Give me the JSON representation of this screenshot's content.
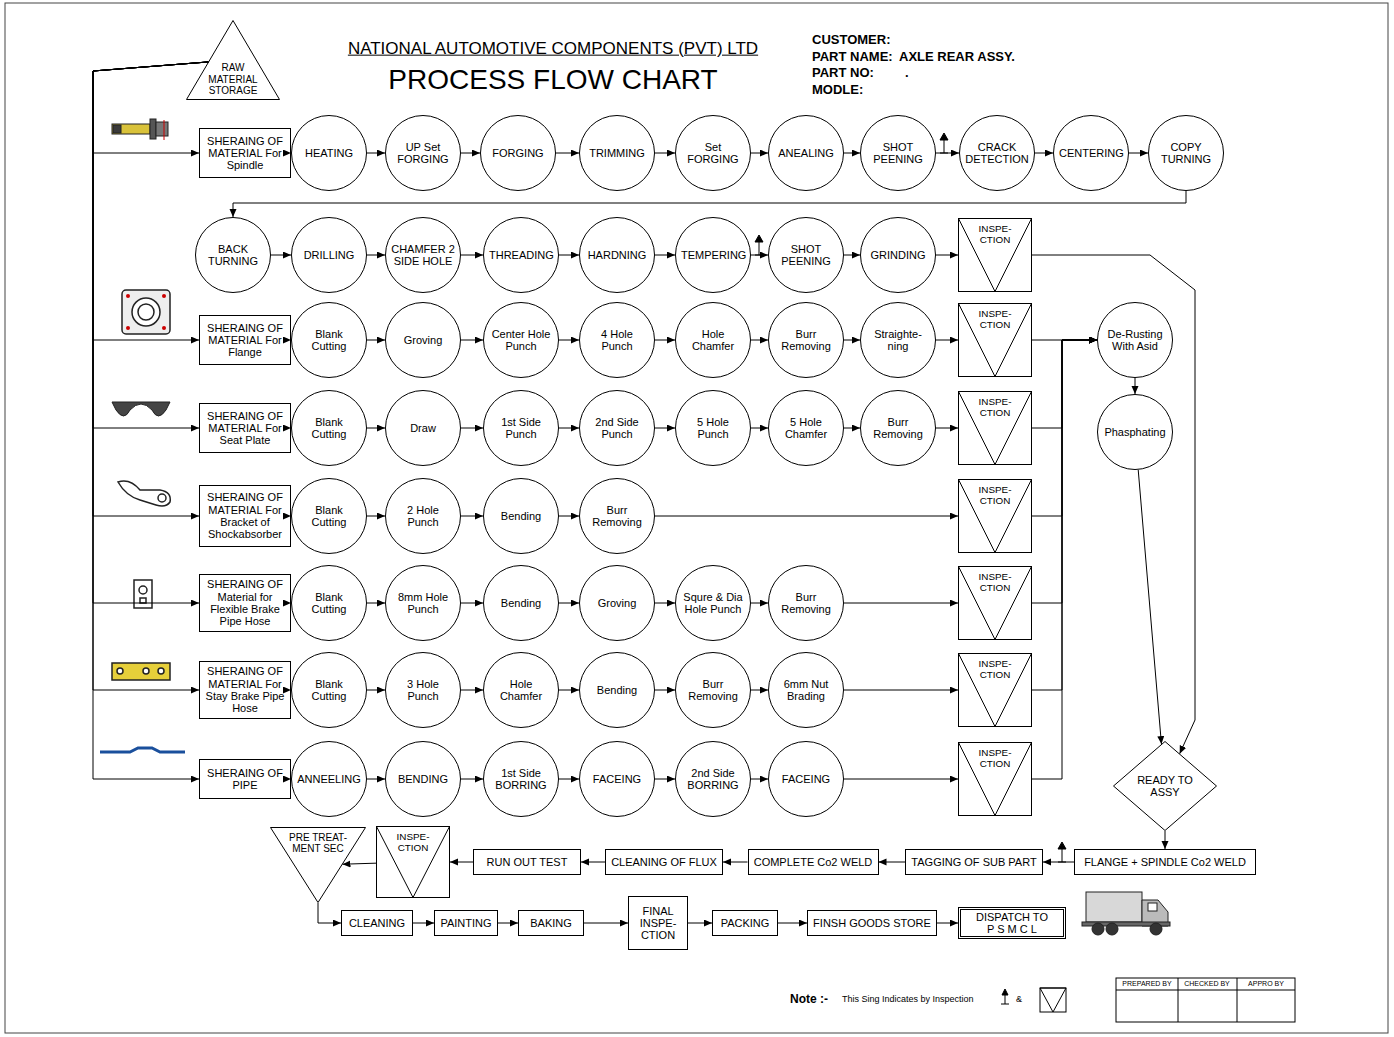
{
  "diagram": {
    "title": "PROCESS FLOW CHART",
    "nodes": [
      {
        "text": [
          "RAW MATERIAL STORAGE"
        ]
      },
      {
        "text": [
          "SHERAING OF MATERIAL For Spindle"
        ]
      },
      {
        "text": [
          "HEATING"
        ]
      },
      {
        "text": [
          "UP Set FORGING"
        ]
      },
      {
        "text": [
          "FORGING"
        ]
      },
      {
        "text": [
          "TRIMMING"
        ]
      },
      {
        "text": [
          "Set FORGING"
        ]
      },
      {
        "text": [
          "ANEALING"
        ]
      },
      {
        "text": [
          "SHOT PEENING"
        ]
      },
      {
        "text": [
          "CRACK DETECTION"
        ]
      },
      {
        "text": [
          "CENTERING"
        ]
      },
      {
        "text": [
          "COPY TURNING"
        ]
      },
      {
        "text": [
          "BACK TURNING"
        ]
      },
      {
        "text": [
          "DRILLING"
        ]
      },
      {
        "text": [
          "CHAMFER 2 SIDE HOLE"
        ]
      },
      {
        "text": [
          "THREADING"
        ]
      },
      {
        "text": [
          "HARDNING"
        ]
      },
      {
        "text": [
          "TEMPERING"
        ]
      },
      {
        "text": [
          "SHOT PEENING"
        ]
      },
      {
        "text": [
          "GRINDING"
        ]
      },
      {
        "text": [
          "INSPE- CTION"
        ]
      },
      {
        "text": [
          "SHERAING OF MATERIAL For Flange"
        ]
      },
      {
        "text": [
          "Blank Cutting"
        ]
      },
      {
        "text": [
          "Groving"
        ]
      },
      {
        "text": [
          "Center Hole Punch"
        ]
      },
      {
        "text": [
          "4 Hole Punch"
        ]
      },
      {
        "text": [
          "Hole Chamfer"
        ]
      },
      {
        "text": [
          "Burr Removing"
        ]
      },
      {
        "text": [
          "Straighte- ning"
        ]
      },
      {
        "text": [
          "INSPE- CTION"
        ]
      },
      {
        "text": [
          "De-Rusting With Asid"
        ]
      },
      {
        "text": [
          "Phasphating"
        ]
      },
      {
        "text": [
          "SHERAING OF MATERIAL For Seat Plate"
        ]
      },
      {
        "text": [
          "Blank Cutting"
        ]
      },
      {
        "text": [
          "Draw"
        ]
      },
      {
        "text": [
          "1st Side Punch"
        ]
      },
      {
        "text": [
          "2nd Side Punch"
        ]
      },
      {
        "text": [
          "5 Hole Punch"
        ]
      },
      {
        "text": [
          "5 Hole Chamfer"
        ]
      },
      {
        "text": [
          "Burr Removing"
        ]
      },
      {
        "text": [
          "INSPE- CTION"
        ]
      },
      {
        "text": [
          "SHERAING OF MATERIAL For Bracket of Shockabsorber"
        ]
      },
      {
        "text": [
          "Blank Cutting"
        ]
      },
      {
        "text": [
          "2 Hole Punch"
        ]
      },
      {
        "text": [
          "Bending"
        ]
      },
      {
        "text": [
          "Burr Removing"
        ]
      },
      {
        "text": [
          "INSPE- CTION"
        ]
      },
      {
        "text": [
          "SHERAING OF Material for Flexible Brake Pipe Hose"
        ]
      },
      {
        "text": [
          "Blank Cutting"
        ]
      },
      {
        "text": [
          "8mm Hole Punch"
        ]
      },
      {
        "text": [
          "Bending"
        ]
      },
      {
        "text": [
          "Groving"
        ]
      },
      {
        "text": [
          "Squre & Dia Hole Punch"
        ]
      },
      {
        "text": [
          "Burr Removing"
        ]
      },
      {
        "text": [
          "INSPE- CTION"
        ]
      },
      {
        "text": [
          "SHERAING OF MATERIAL For Stay Brake Pipe Hose"
        ]
      },
      {
        "text": [
          "Blank Cutting"
        ]
      },
      {
        "text": [
          "3 Hole Punch"
        ]
      },
      {
        "text": [
          "Hole Chamfer"
        ]
      },
      {
        "text": [
          "Bending"
        ]
      },
      {
        "text": [
          "Burr Removing"
        ]
      },
      {
        "text": [
          "6mm Nut Brading"
        ]
      },
      {
        "text": [
          "INSPE- CTION"
        ]
      },
      {
        "text": [
          "SHERAING OF PIPE"
        ]
      },
      {
        "text": [
          "ANNEELING"
        ]
      },
      {
        "text": [
          "BENDING"
        ]
      },
      {
        "text": [
          "1st Side BORRING"
        ]
      },
      {
        "text": [
          "FACEING"
        ]
      },
      {
        "text": [
          "2nd Side BORRING"
        ]
      },
      {
        "text": [
          "FACEING"
        ]
      },
      {
        "text": [
          "INSPE- CTION"
        ]
      },
      {
        "text": [
          "READY TO ASSY"
        ]
      },
      {
        "text": [
          "FLANGE + SPINDLE Co2 WELD"
        ]
      },
      {
        "text": [
          "TAGGING OF SUB PART"
        ]
      },
      {
        "text": [
          "COMPLETE Co2 WELD"
        ]
      },
      {
        "text": [
          "CLEANING OF FLUX"
        ]
      },
      {
        "text": [
          "RUN OUT TEST"
        ]
      },
      {
        "text": [
          "INSPE- CTION"
        ]
      },
      {
        "text": [
          "PRE TREAT- MENT SEC"
        ]
      },
      {
        "text": [
          "CLEANING"
        ]
      },
      {
        "text": [
          "PAINTING"
        ]
      },
      {
        "text": [
          "BAKING"
        ]
      },
      {
        "text": [
          "FINAL INSPE- CTION"
        ]
      },
      {
        "text": [
          "PACKING"
        ]
      },
      {
        "text": [
          "FINSH GOODS STORE"
        ]
      },
      {
        "text": [
          "DISPATCH TO P S M C L"
        ]
      }
    ],
    "edges": [
      {
        "from": 0,
        "to": 1,
        "arrow": "to"
      },
      {
        "from": 0,
        "to": 21,
        "arrow": "to"
      },
      {
        "from": 0,
        "to": 32,
        "arrow": "to"
      },
      {
        "from": 0,
        "to": 41,
        "arrow": "to"
      },
      {
        "from": 0,
        "to": 47,
        "arrow": "to"
      },
      {
        "from": 0,
        "to": 55,
        "arrow": "to"
      },
      {
        "from": 0,
        "to": 63,
        "arrow": "to"
      },
      {
        "from": 1,
        "to": 2,
        "arrow": "to"
      },
      {
        "from": 2,
        "to": 3,
        "arrow": "to"
      },
      {
        "from": 3,
        "to": 4,
        "arrow": "to"
      },
      {
        "from": 4,
        "to": 5,
        "arrow": "to"
      },
      {
        "from": 5,
        "to": 6,
        "arrow": "to"
      },
      {
        "from": 6,
        "to": 7,
        "arrow": "to"
      },
      {
        "from": 7,
        "to": 8,
        "arrow": "to"
      },
      {
        "from": 8,
        "to": 9,
        "arrow": "to"
      },
      {
        "from": 9,
        "to": 10,
        "arrow": "to"
      },
      {
        "from": 10,
        "to": 11,
        "arrow": "to"
      },
      {
        "from": 11,
        "to": 12,
        "arrow": "to"
      },
      {
        "from": 12,
        "to": 13,
        "arrow": "to"
      },
      {
        "from": 13,
        "to": 14,
        "arrow": "to"
      },
      {
        "from": 14,
        "to": 15,
        "arrow": "to"
      },
      {
        "from": 15,
        "to": 16,
        "arrow": "to"
      },
      {
        "from": 16,
        "to": 17,
        "arrow": "to"
      },
      {
        "from": 17,
        "to": 18,
        "arrow": "to"
      },
      {
        "from": 18,
        "to": 19,
        "arrow": "to"
      },
      {
        "from": 19,
        "to": 20,
        "arrow": "to"
      },
      {
        "from": 20,
        "to": 71,
        "arrow": "to"
      },
      {
        "from": 21,
        "to": 22,
        "arrow": "to"
      },
      {
        "from": 22,
        "to": 23,
        "arrow": "to"
      },
      {
        "from": 23,
        "to": 24,
        "arrow": "to"
      },
      {
        "from": 24,
        "to": 25,
        "arrow": "to"
      },
      {
        "from": 25,
        "to": 26,
        "arrow": "to"
      },
      {
        "from": 26,
        "to": 27,
        "arrow": "to"
      },
      {
        "from": 27,
        "to": 28,
        "arrow": "to"
      },
      {
        "from": 28,
        "to": 29,
        "arrow": "to"
      },
      {
        "from": 29,
        "to": 30,
        "arrow": "to"
      },
      {
        "from": 30,
        "to": 31,
        "arrow": "to"
      },
      {
        "from": 31,
        "to": 71,
        "arrow": "to"
      },
      {
        "from": 32,
        "to": 33,
        "arrow": "to"
      },
      {
        "from": 33,
        "to": 34,
        "arrow": "to"
      },
      {
        "from": 34,
        "to": 35,
        "arrow": "to"
      },
      {
        "from": 35,
        "to": 36,
        "arrow": "to"
      },
      {
        "from": 36,
        "to": 37,
        "arrow": "to"
      },
      {
        "from": 37,
        "to": 38,
        "arrow": "to"
      },
      {
        "from": 38,
        "to": 39,
        "arrow": "to"
      },
      {
        "from": 39,
        "to": 40,
        "arrow": "to"
      },
      {
        "from": 40,
        "to": 30,
        "arrow": "to"
      },
      {
        "from": 41,
        "to": 42,
        "arrow": "to"
      },
      {
        "from": 42,
        "to": 43,
        "arrow": "to"
      },
      {
        "from": 43,
        "to": 44,
        "arrow": "to"
      },
      {
        "from": 44,
        "to": 45,
        "arrow": "to"
      },
      {
        "from": 45,
        "to": 46,
        "arrow": "to"
      },
      {
        "from": 46,
        "to": 30,
        "arrow": "to"
      },
      {
        "from": 47,
        "to": 48,
        "arrow": "to"
      },
      {
        "from": 48,
        "to": 49,
        "arrow": "to"
      },
      {
        "from": 49,
        "to": 50,
        "arrow": "to"
      },
      {
        "from": 50,
        "to": 51,
        "arrow": "to"
      },
      {
        "from": 51,
        "to": 52,
        "arrow": "to"
      },
      {
        "from": 52,
        "to": 53,
        "arrow": "to"
      },
      {
        "from": 53,
        "to": 54,
        "arrow": "to"
      },
      {
        "from": 54,
        "to": 30,
        "arrow": "to"
      },
      {
        "from": 55,
        "to": 56,
        "arrow": "to"
      },
      {
        "from": 56,
        "to": 57,
        "arrow": "to"
      },
      {
        "from": 57,
        "to": 58,
        "arrow": "to"
      },
      {
        "from": 58,
        "to": 59,
        "arrow": "to"
      },
      {
        "from": 59,
        "to": 60,
        "arrow": "to"
      },
      {
        "from": 60,
        "to": 61,
        "arrow": "to"
      },
      {
        "from": 61,
        "to": 62,
        "arrow": "to"
      },
      {
        "from": 62,
        "to": 30,
        "arrow": "to"
      },
      {
        "from": 63,
        "to": 64,
        "arrow": "to"
      },
      {
        "from": 64,
        "to": 65,
        "arrow": "to"
      },
      {
        "from": 65,
        "to": 66,
        "arrow": "to"
      },
      {
        "from": 66,
        "to": 67,
        "arrow": "to"
      },
      {
        "from": 67,
        "to": 68,
        "arrow": "to"
      },
      {
        "from": 68,
        "to": 69,
        "arrow": "to"
      },
      {
        "from": 69,
        "to": 70,
        "arrow": "to"
      },
      {
        "from": 70,
        "to": 30,
        "arrow": "to"
      },
      {
        "from": 71,
        "to": 72,
        "arrow": "to"
      },
      {
        "from": 72,
        "to": 73,
        "arrow": "to"
      },
      {
        "from": 73,
        "to": 74,
        "arrow": "to"
      },
      {
        "from": 74,
        "to": 75,
        "arrow": "to"
      },
      {
        "from": 75,
        "to": 76,
        "arrow": "to"
      },
      {
        "from": 76,
        "to": 77,
        "arrow": "to"
      },
      {
        "from": 77,
        "to": 78,
        "arrow": "to"
      },
      {
        "from": 78,
        "to": 79,
        "arrow": "to"
      },
      {
        "from": 79,
        "to": 80,
        "arrow": "to"
      },
      {
        "from": 80,
        "to": 81,
        "arrow": "to"
      },
      {
        "from": 81,
        "to": 82,
        "arrow": "to"
      },
      {
        "from": 82,
        "to": 83,
        "arrow": "to"
      },
      {
        "from": 83,
        "to": 84,
        "arrow": "to"
      },
      {
        "from": 84,
        "to": 85,
        "arrow": "to"
      }
    ],
    "labels": [
      "NATIONAL AUTOMOTIVE COMPONENTS (PVT) LTD",
      "CUSTOMER:",
      "PART NAME:",
      "AXLE REAR ASSY.",
      "PART NO:",
      ".",
      "MODLE:",
      "Note :-",
      "This Sing Indicates by Inspection",
      "&",
      "PREPARED BY",
      "CHECKED BY",
      "APPRO BY"
    ]
  }
}
